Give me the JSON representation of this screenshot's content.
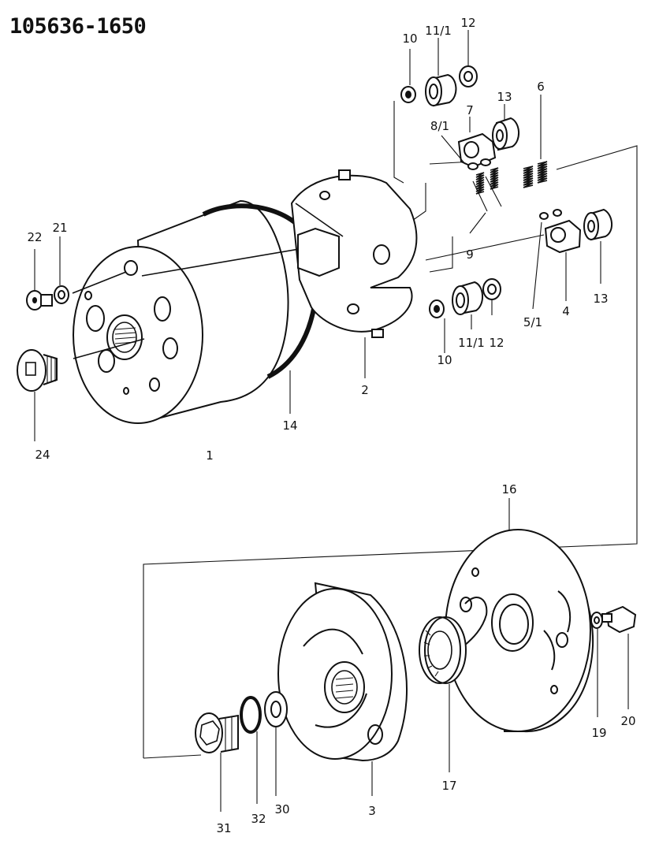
{
  "diagram": {
    "title": "105636-1650",
    "callouts": [
      {
        "id": "c10a",
        "text": "10"
      },
      {
        "id": "c11a",
        "text": "11/1"
      },
      {
        "id": "c12a",
        "text": "12"
      },
      {
        "id": "c13a",
        "text": "13"
      },
      {
        "id": "c6",
        "text": "6"
      },
      {
        "id": "c81",
        "text": "8/1"
      },
      {
        "id": "c7",
        "text": "7"
      },
      {
        "id": "c9",
        "text": "9"
      },
      {
        "id": "c13b",
        "text": "13"
      },
      {
        "id": "c4",
        "text": "4"
      },
      {
        "id": "c51",
        "text": "5/1"
      },
      {
        "id": "c12b",
        "text": "12"
      },
      {
        "id": "c11b",
        "text": "11/1"
      },
      {
        "id": "c10b",
        "text": "10"
      },
      {
        "id": "c2",
        "text": "2"
      },
      {
        "id": "c14",
        "text": "14"
      },
      {
        "id": "c1",
        "text": "1"
      },
      {
        "id": "c22",
        "text": "22"
      },
      {
        "id": "c21",
        "text": "21"
      },
      {
        "id": "c24",
        "text": "24"
      },
      {
        "id": "c16",
        "text": "16"
      },
      {
        "id": "c19",
        "text": "19"
      },
      {
        "id": "c20",
        "text": "20"
      },
      {
        "id": "c17",
        "text": "17"
      },
      {
        "id": "c3",
        "text": "3"
      },
      {
        "id": "c30",
        "text": "30"
      },
      {
        "id": "c32",
        "text": "32"
      },
      {
        "id": "c31",
        "text": "31"
      }
    ]
  }
}
